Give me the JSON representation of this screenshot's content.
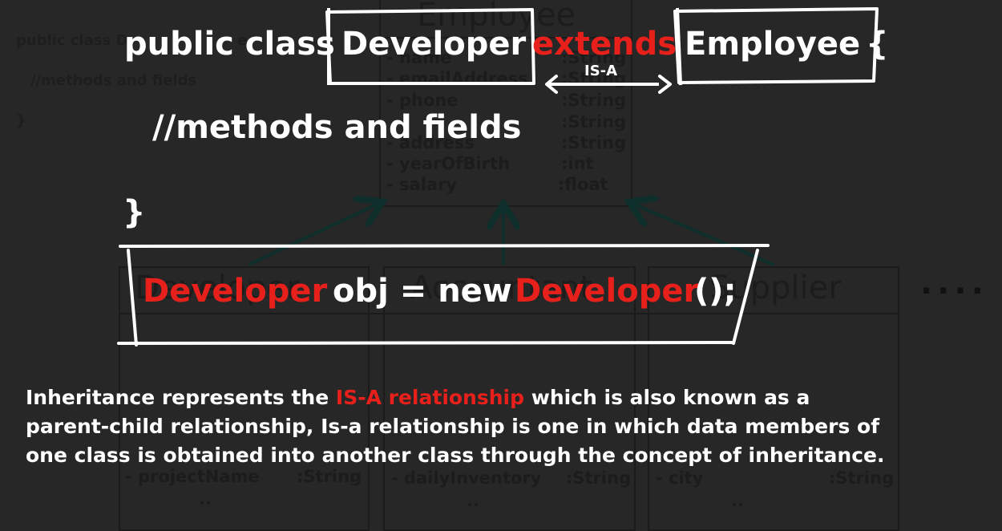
{
  "background_code": {
    "line1_prefix": "public class D",
    "line1_suffix": "e",
    "line2": "//methods and fields",
    "line3": "}"
  },
  "uml": {
    "employee": {
      "title": "Employee",
      "fields": [
        {
          "name": "- name",
          "type": ":String"
        },
        {
          "name": "- emailAddress",
          "type": ":String"
        },
        {
          "name": "- phone",
          "type": ":String"
        },
        {
          "name": "- address",
          "type": ":String"
        },
        {
          "name": "- yearOfBirth",
          "type": ":int"
        },
        {
          "name": "- salary",
          "type": ":float"
        }
      ]
    },
    "developer": {
      "title": "Developer",
      "field": "- projectName",
      "type": ":String",
      "more": ".."
    },
    "accountant": {
      "title": "Accountant",
      "field": "- dailyInventory",
      "type": ":String",
      "more": ".."
    },
    "supplier": {
      "title": "Supplier",
      "field": "- city",
      "type": ":String",
      "more": ".."
    },
    "ellipsis": "...."
  },
  "code": {
    "line1": {
      "public_class": "public class",
      "child": "Developer",
      "extends": "extends",
      "parent": "Employee",
      "brace": "{"
    },
    "is_a": "IS-A",
    "line2": "//methods and fields",
    "line3": "}",
    "line4": {
      "type": "Developer",
      "middle": "obj = new",
      "ctor": "Developer",
      "end": "();"
    }
  },
  "description": {
    "l1_a": "Inheritance represents the",
    "l1_highlight": "IS-A relationship",
    "l1_b": "which is also known as a",
    "l2": "parent-child relationship, Is-a relationship is one in which data members of",
    "l3": "one class is obtained into another class through the concept of inheritance."
  },
  "colors": {
    "background": "#272727",
    "highlight": "#e8201b",
    "text": "#ffffff"
  }
}
